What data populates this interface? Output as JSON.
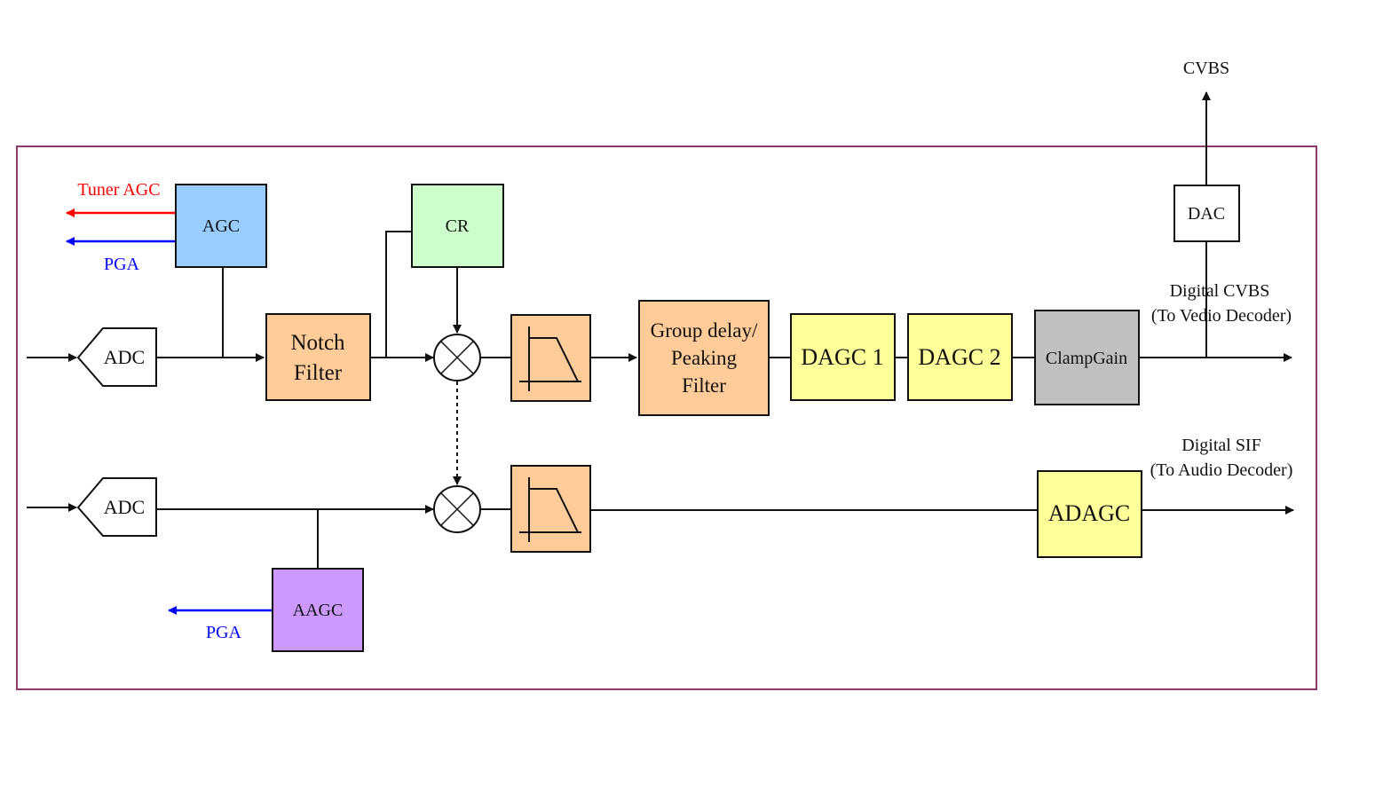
{
  "colors": {
    "frame": "#8B3A6B",
    "agc": "#99CCFF",
    "cr": "#CCFFCC",
    "filter": "#FFCC99",
    "dagc": "#FFFF99",
    "clamp": "#C0C0C0",
    "aagc": "#CC99FF",
    "dac": "#FFFFFF",
    "adc": "#FFFFFF",
    "tuner_agc_arrow": "#FF0000",
    "pga_arrow": "#0000FF"
  },
  "labels": {
    "tuner_agc": "Tuner AGC",
    "pga_top": "PGA",
    "pga_bottom": "PGA",
    "cvbs_out": "CVBS",
    "digital_cvbs_line1": "Digital CVBS",
    "digital_cvbs_line2": "(To Vedio Decoder)",
    "digital_sif_line1": "Digital SIF",
    "digital_sif_line2": "(To Audio Decoder)"
  },
  "blocks": {
    "adc_top": "ADC",
    "adc_bottom": "ADC",
    "agc": "AGC",
    "notch_line1": "Notch",
    "notch_line2": "Filter",
    "cr": "CR",
    "group_line1": "Group delay/",
    "group_line2": "Peaking",
    "group_line3": "Filter",
    "dagc1": "DAGC 1",
    "dagc2": "DAGC 2",
    "clampgain": "ClampGain",
    "dac": "DAC",
    "adagc": "ADAGC",
    "aagc": "AAGC"
  },
  "icons": {
    "mixer": "multiplier-circle-icon",
    "lowpass": "lowpass-filter-icon"
  }
}
